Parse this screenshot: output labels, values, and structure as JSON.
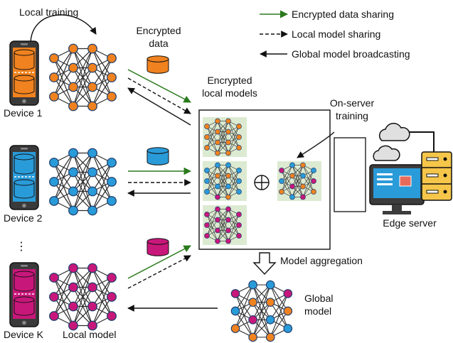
{
  "title_local_training": "Local training",
  "encrypted_data": [
    "Encrypted",
    "data"
  ],
  "encrypted_local_models": [
    "Encrypted",
    "local models"
  ],
  "on_server_training": [
    "On-server",
    "training"
  ],
  "edge_server": "Edge server",
  "model_aggregation": "Model aggregation",
  "global_model": [
    "Global",
    "model"
  ],
  "local_model": "Local model",
  "devices": [
    "Device 1",
    "Device 2",
    "Device K"
  ],
  "vertical_dots": "⋮",
  "legend": [
    {
      "label": "Encrypted data sharing",
      "style": "green-solid"
    },
    {
      "label": "Local model sharing",
      "style": "black-dashed"
    },
    {
      "label": "Global model broadcasting",
      "style": "black-solid-reverse"
    }
  ],
  "colors": {
    "orange": "#f0821f",
    "blue": "#2a9bd9",
    "magenta": "#c8177a",
    "node_outline": "#1f3f6e",
    "green_arrow": "#2a7a1c",
    "panel_bg": "#dcead2"
  },
  "aggregation_symbol": "⊕"
}
